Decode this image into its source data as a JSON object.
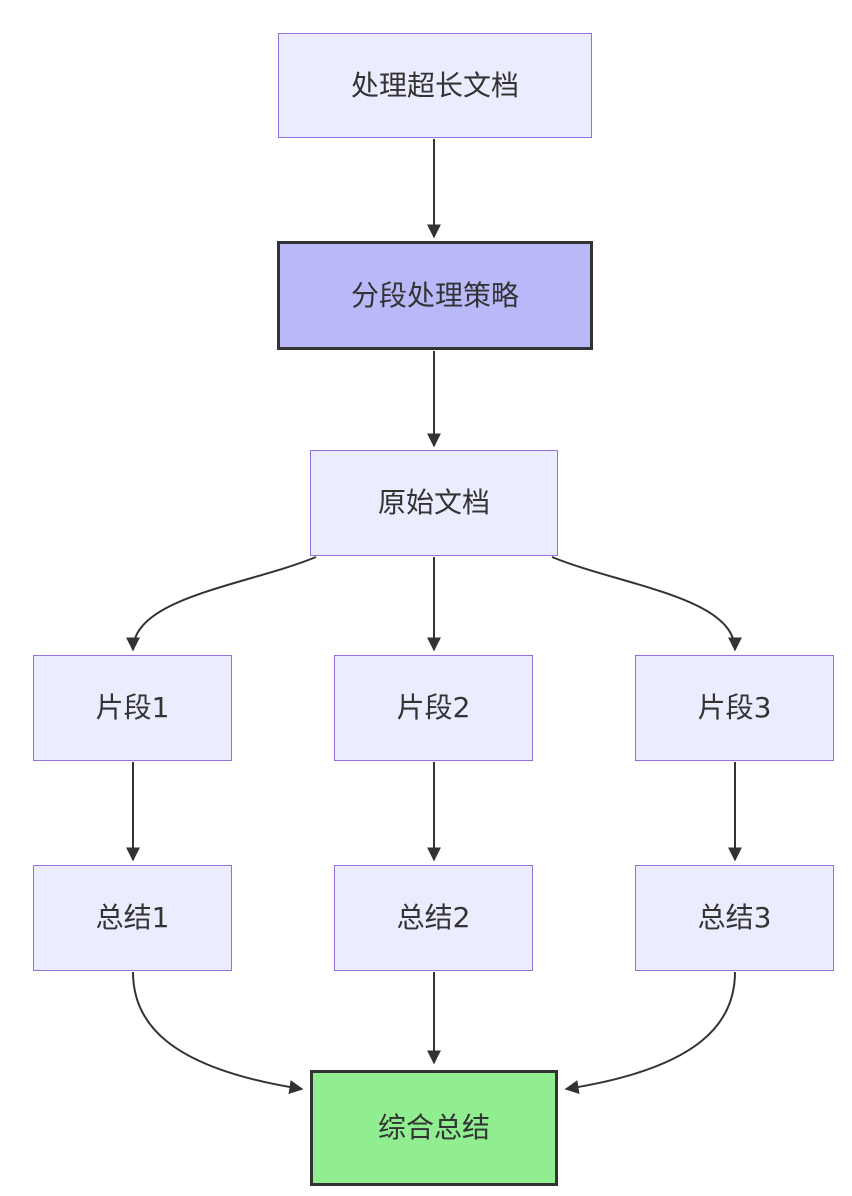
{
  "diagram": {
    "type": "flowchart",
    "direction": "top-down",
    "nodes": [
      {
        "id": "task",
        "label": "处理超长文档",
        "style": "default"
      },
      {
        "id": "strategy",
        "label": "分段处理策略",
        "style": "emphasis"
      },
      {
        "id": "source",
        "label": "原始文档",
        "style": "default"
      },
      {
        "id": "segment1",
        "label": "片段1",
        "style": "default"
      },
      {
        "id": "segment2",
        "label": "片段2",
        "style": "default"
      },
      {
        "id": "segment3",
        "label": "片段3",
        "style": "default"
      },
      {
        "id": "summary1",
        "label": "总结1",
        "style": "default"
      },
      {
        "id": "summary2",
        "label": "总结2",
        "style": "default"
      },
      {
        "id": "summary3",
        "label": "总结3",
        "style": "default"
      },
      {
        "id": "final",
        "label": "综合总结",
        "style": "success"
      }
    ],
    "edges": [
      {
        "from": "task",
        "to": "strategy"
      },
      {
        "from": "strategy",
        "to": "source"
      },
      {
        "from": "source",
        "to": "segment1"
      },
      {
        "from": "source",
        "to": "segment2"
      },
      {
        "from": "source",
        "to": "segment3"
      },
      {
        "from": "segment1",
        "to": "summary1"
      },
      {
        "from": "segment2",
        "to": "summary2"
      },
      {
        "from": "segment3",
        "to": "summary3"
      },
      {
        "from": "summary1",
        "to": "final"
      },
      {
        "from": "summary2",
        "to": "final"
      },
      {
        "from": "summary3",
        "to": "final"
      }
    ]
  },
  "colors": {
    "background": "#ffffff",
    "node_fill": "#ECECFF",
    "node_border": "#9370DB",
    "emphasis_fill": "#B9B9F9",
    "emphasis_border": "#333333",
    "success_fill": "#90EE90",
    "success_border": "#333333",
    "edge": "#333333",
    "text": "#333333"
  }
}
